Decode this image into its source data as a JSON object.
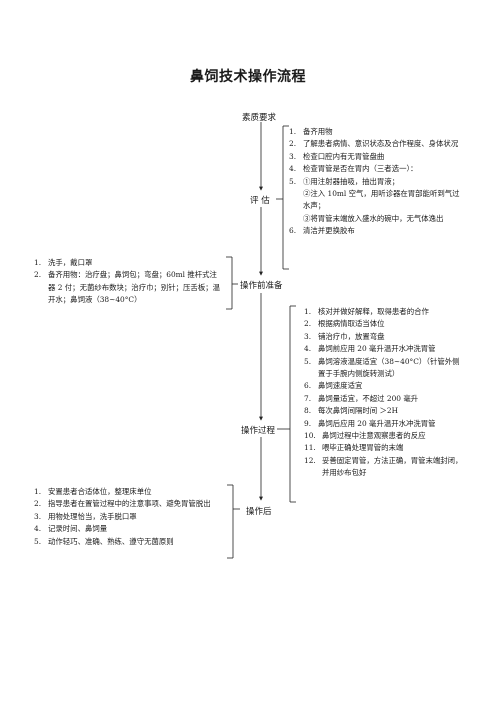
{
  "title": "鼻饲技术操作流程",
  "nodes": [
    "素质要求",
    "评 估",
    "操作前准备",
    "操作过程",
    "操作后"
  ],
  "assessment": {
    "items": [
      {
        "num": "1.",
        "text": "备齐用物"
      },
      {
        "num": "2.",
        "text": "了解患者病情、意识状态及合作程度、身体状况"
      },
      {
        "num": "3.",
        "text": "检查口腔内有无胃管盘曲"
      },
      {
        "num": "4.",
        "text": "检查胃管是否在胃内（三者选一）："
      },
      {
        "num": "5.",
        "text": "①用注射器抽吸，抽出胃液；"
      },
      {
        "num": "",
        "text": "②注入 10ml 空气，用听诊器在胃部能听到气过水声；"
      },
      {
        "num": "",
        "text": "③将胃管末端放入盛水的碗中，无气体逸出"
      },
      {
        "num": "6.",
        "text": "清洁并更换胶布"
      }
    ]
  },
  "preparation": {
    "items": [
      {
        "num": "1.",
        "text": "洗手，戴口罩"
      },
      {
        "num": "2.",
        "text": "备齐用物：治疗盘；鼻饲包；弯盘；60ml 推杆式注器 2 付；无菌纱布数块；治疗巾；别针；压舌板；温开水；鼻饲液（38~40°C）"
      }
    ]
  },
  "process": {
    "items": [
      {
        "num": "1.",
        "text": "核对并做好解释，取得患者的合作"
      },
      {
        "num": "2.",
        "text": "根据病情取适当体位"
      },
      {
        "num": "3.",
        "text": "铺治疗巾，放置弯盘"
      },
      {
        "num": "4.",
        "text": "鼻饲前应用 20 毫升温开水冲洗胃管"
      },
      {
        "num": "5.",
        "text": "鼻饲溶液温度适宜（38~40°C）（针管外侧置于手腕内侧旋转测试）"
      },
      {
        "num": "6.",
        "text": "鼻饲速度适宜"
      },
      {
        "num": "7.",
        "text": "鼻饲量适宜，不超过 200 毫升"
      },
      {
        "num": "8.",
        "text": "每次鼻饲间隔时间 ＞2H"
      },
      {
        "num": "9.",
        "text": "鼻饲后应用 20 毫升温开水冲洗胃管"
      },
      {
        "num": "10.",
        "text": "鼻饲过程中注意观察患者的反应"
      },
      {
        "num": "11.",
        "text": "喂毕正确处理胃管的末端"
      },
      {
        "num": "12.",
        "text": "妥善固定胃管，方法正确，胃管末端封闭，并用纱布包好"
      }
    ]
  },
  "after": {
    "items": [
      {
        "num": "1.",
        "text": "安置患者合适体位，整理床单位"
      },
      {
        "num": "2.",
        "text": "指导患者在置管过程中的注意事项、避免胃管脱出"
      },
      {
        "num": "3.",
        "text": "用物处理恰当，洗手脱口罩"
      },
      {
        "num": "4.",
        "text": "记录时间、鼻饲量"
      },
      {
        "num": "5.",
        "text": "动作轻巧、准确、熟练、遵守无菌原则"
      }
    ]
  }
}
